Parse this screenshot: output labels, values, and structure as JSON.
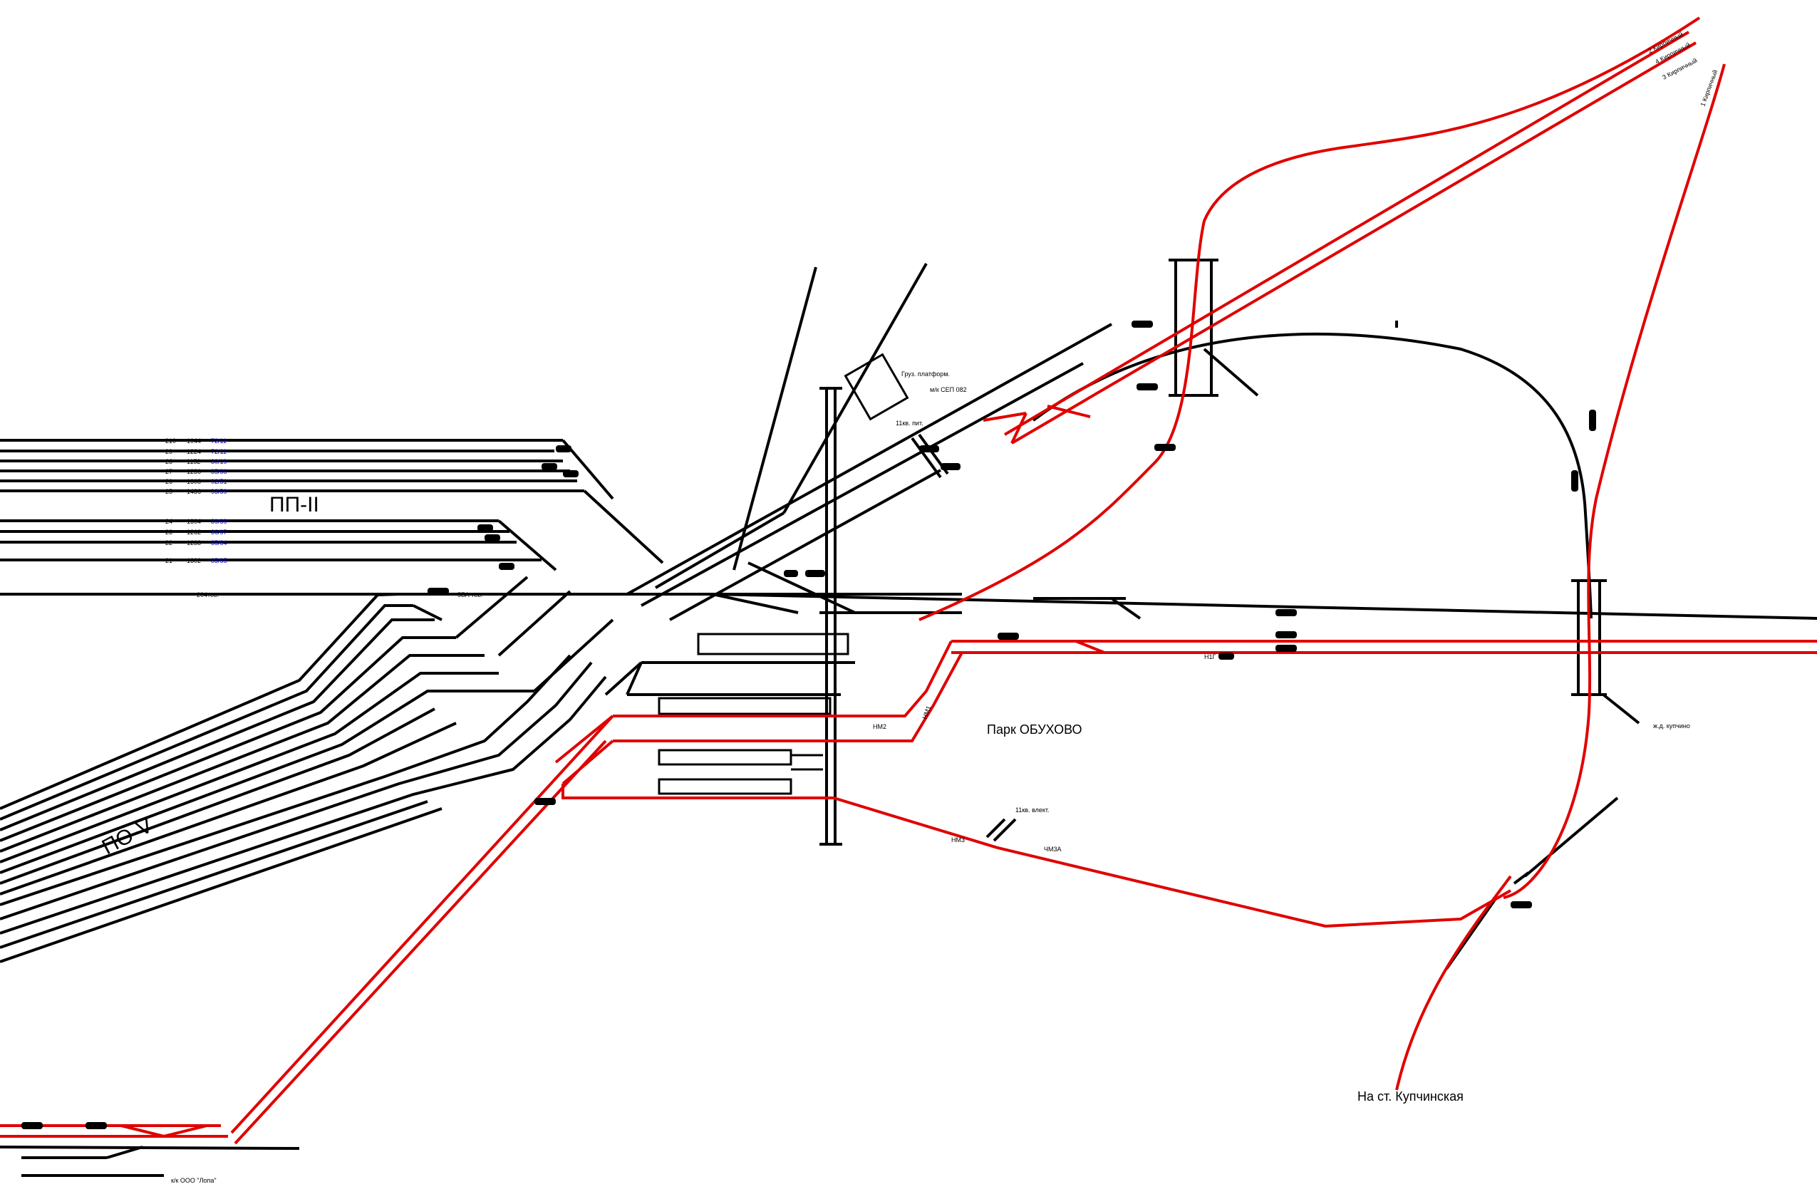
{
  "colors": {
    "main_track": "#000000",
    "electrified_track": "#e00000",
    "count_blue": "#0000c0"
  },
  "labels": {
    "pp2": "ПП-II",
    "po5": "ПО-V",
    "park": "Парк ОБУХОВО",
    "kupchinskaya": "На ст. Купчинская",
    "gruz_platform": "Груз. платформ.",
    "mcs": "м/к СЕП 082",
    "tkv1": "11кв. пит.",
    "tkv2": "11кв. влект.",
    "kupchino_bottom": "ж.д. купчино",
    "nm2": "НМ2",
    "nm1": "НМ1",
    "nm3": "НМ3",
    "chm3a": "ЧМ3А",
    "n1g": "Н1Г",
    "ooo": "к/к ООО \"Лопа\"",
    "track_204": "204тов.",
    "track_sna": "5БА тов."
  },
  "top_labels": [
    "2 Кирпичный",
    "4 Кирпичный",
    "3 Кирпичный",
    "1 Кирпичный"
  ],
  "pp2_tracks": [
    {
      "num": "210",
      "len": "1044",
      "count": "72/11"
    },
    {
      "num": "29",
      "len": "1224",
      "count": "72/11"
    },
    {
      "num": "28",
      "len": "1152",
      "count": "80/19"
    },
    {
      "num": "27",
      "len": "1236",
      "count": "85/66"
    },
    {
      "num": "26",
      "len": "1308",
      "count": "92/51"
    },
    {
      "num": "25",
      "len": "1436",
      "count": "93/59"
    }
  ],
  "pp2_tracks_lower": [
    {
      "num": "24",
      "len": "1304",
      "count": "89/69"
    },
    {
      "num": "23",
      "len": "1262",
      "count": "86/67"
    },
    {
      "num": "22",
      "len": "1233",
      "count": "85/64"
    },
    {
      "num": "21",
      "len": "1302",
      "count": "85/65"
    }
  ]
}
